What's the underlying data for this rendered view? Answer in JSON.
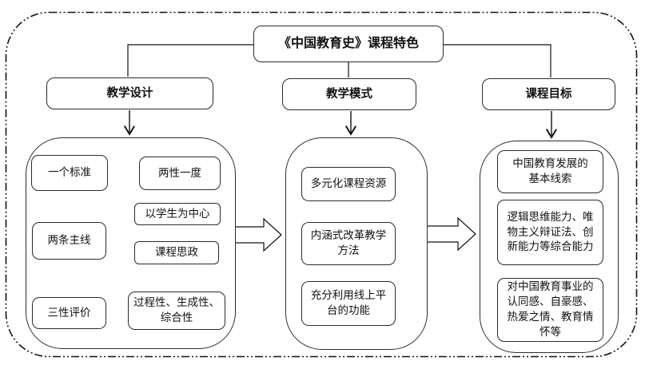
{
  "diagram": {
    "title": "《中国教育史》课程特色",
    "left_branch": {
      "header": "教学设计",
      "rows": [
        {
          "source": "一个标准",
          "target": "两性一度"
        },
        {
          "source": "两条主线",
          "target_a": "以学生为中心",
          "target_b": "课程思政"
        },
        {
          "source": "三性评价",
          "target": "过程性、生成性、\n综合性"
        }
      ]
    },
    "middle_branch": {
      "header": "教学模式",
      "items": [
        "多元化课程资源",
        "内涵式改革教学\n方法",
        "充分利用线上平\n台的功能"
      ]
    },
    "right_branch": {
      "header": "课程目标",
      "items": [
        "中国教育发展的\n基本线索",
        "逻辑思维能力、唯\n物主义辩证法、创\n新能力等综合能力",
        "对中国教育事业的\n认同感、自豪感、\n热爱之情、教育情\n怀等"
      ]
    }
  }
}
